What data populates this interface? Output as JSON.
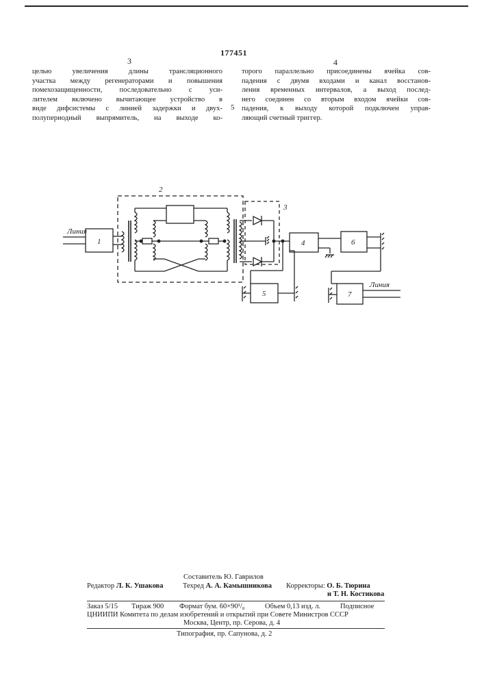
{
  "header": {
    "patent_number": "177451",
    "left_column_number": "3",
    "right_column_number": "4",
    "line_marker": "5"
  },
  "left_column": {
    "lines": [
      "целью увеличения длины трансляционного",
      "участка между регенераторами и повышения",
      "помехозащищенности, последовательно с уси-",
      "лителем включено вычитающее устройство в",
      "виде дифсистемы с линией задержки и двух-",
      "полупериодный выпрямитель, на выходе ко-"
    ]
  },
  "right_column": {
    "lines": [
      "торого параллельно присоединены ячейка сов-",
      "падения с двумя входами и канал восстанов-",
      "ления временных интервалов, а выход послед-",
      "него соединен со вторым входом ячейки сов-",
      "падения, к выходу которой подключен управ-",
      "ляющий счетный триггер."
    ]
  },
  "diagram": {
    "line_label_in": "Линия",
    "line_label_out": "Линия",
    "block_1": "1",
    "block_2": "2",
    "block_3": "3",
    "block_4": "4",
    "block_5": "5",
    "block_6": "6",
    "block_7": "7"
  },
  "footer": {
    "compiler": "Составитель Ю. Гаврилов",
    "editor_label": "Редактор",
    "editor_name": "Л. К. Ушакова",
    "techred_label": "Техред",
    "techred_name": "А. А. Камышникова",
    "correctors_label": "Корректоры:",
    "corrector_1": "О. Б. Тюрина",
    "corrector_2": "и Т. Н. Костикова",
    "order": "Заказ 5/15",
    "circulation": "Тираж 900",
    "format": "Формат бум. 60×90¹/₈",
    "volume": "Объем 0,13 изд. л.",
    "subscription": "Подписное",
    "publisher": "ЦНИИПИ Комитета по делам изобретений и открытий при Совете Министров СССР",
    "address": "Москва, Центр, пр. Серова, д. 4",
    "printing": "Типография, пр. Сапунова, д. 2"
  }
}
